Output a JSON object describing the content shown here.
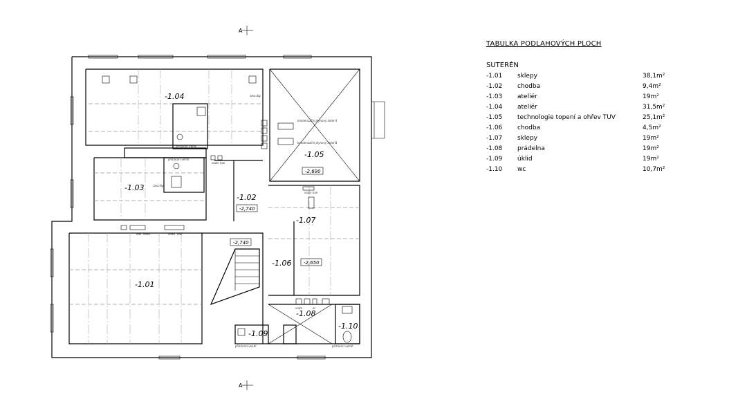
{
  "section_marks": [
    "A",
    "A"
  ],
  "legend": {
    "title": "TABULKA PODLAHOVÝCH PLOCH",
    "subtitle": "SUTERÉN",
    "rows": [
      {
        "code": "-1.01",
        "name": "sklepy",
        "area": "38,1m²"
      },
      {
        "code": "-1.02",
        "name": "chodba",
        "area": "9,4m²"
      },
      {
        "code": "-1.03",
        "name": "ateliér",
        "area": "19m²"
      },
      {
        "code": "-1.04",
        "name": "ateliér",
        "area": "31,5m²"
      },
      {
        "code": "-1.05",
        "name": "technologie topení a ohřev TUV",
        "area": "25,1m²"
      },
      {
        "code": "-1.06",
        "name": "chodba",
        "area": "4,5m²"
      },
      {
        "code": "-1.07",
        "name": "sklepy",
        "area": "19m²"
      },
      {
        "code": "-1.08",
        "name": "prádelna",
        "area": "19m²"
      },
      {
        "code": "-1.09",
        "name": "úklid",
        "area": "19m²"
      },
      {
        "code": "-1.10",
        "name": "wc",
        "area": "10,7m²"
      }
    ]
  },
  "rooms": {
    "r101": "-1.01",
    "r102": "-1.02",
    "r103": "-1.03",
    "r104": "-1.04",
    "r105": "-1.05",
    "r106": "-1.06",
    "r107": "-1.07",
    "r108": "-1.08",
    "r109": "-1.09",
    "r110": "-1.10"
  },
  "levels": {
    "l105": "-2,690",
    "l102": "-2,740",
    "l_hall": "-2,740",
    "l107": "-2,650"
  },
  "notes": {
    "kondA": "kondenzační plynový kotel A",
    "kondB": "kondenzační plynový kotel B",
    "prisav1": "přisávací ventil",
    "prisav2": "přisávací ventil",
    "prisav3": "přisávací ventil",
    "prisav4": "přisávací ventil",
    "bezdig1": "bez.dig.",
    "bezdig2": "bez.dig.",
    "voda1": "voda",
    "kan1": "kan",
    "voda2": "voda",
    "kan2": "kan",
    "voda3": "voda",
    "kan3": "kan",
    "voda4": "voda",
    "kan4": "kan",
    "voda5": "voda",
    "el": "el"
  }
}
